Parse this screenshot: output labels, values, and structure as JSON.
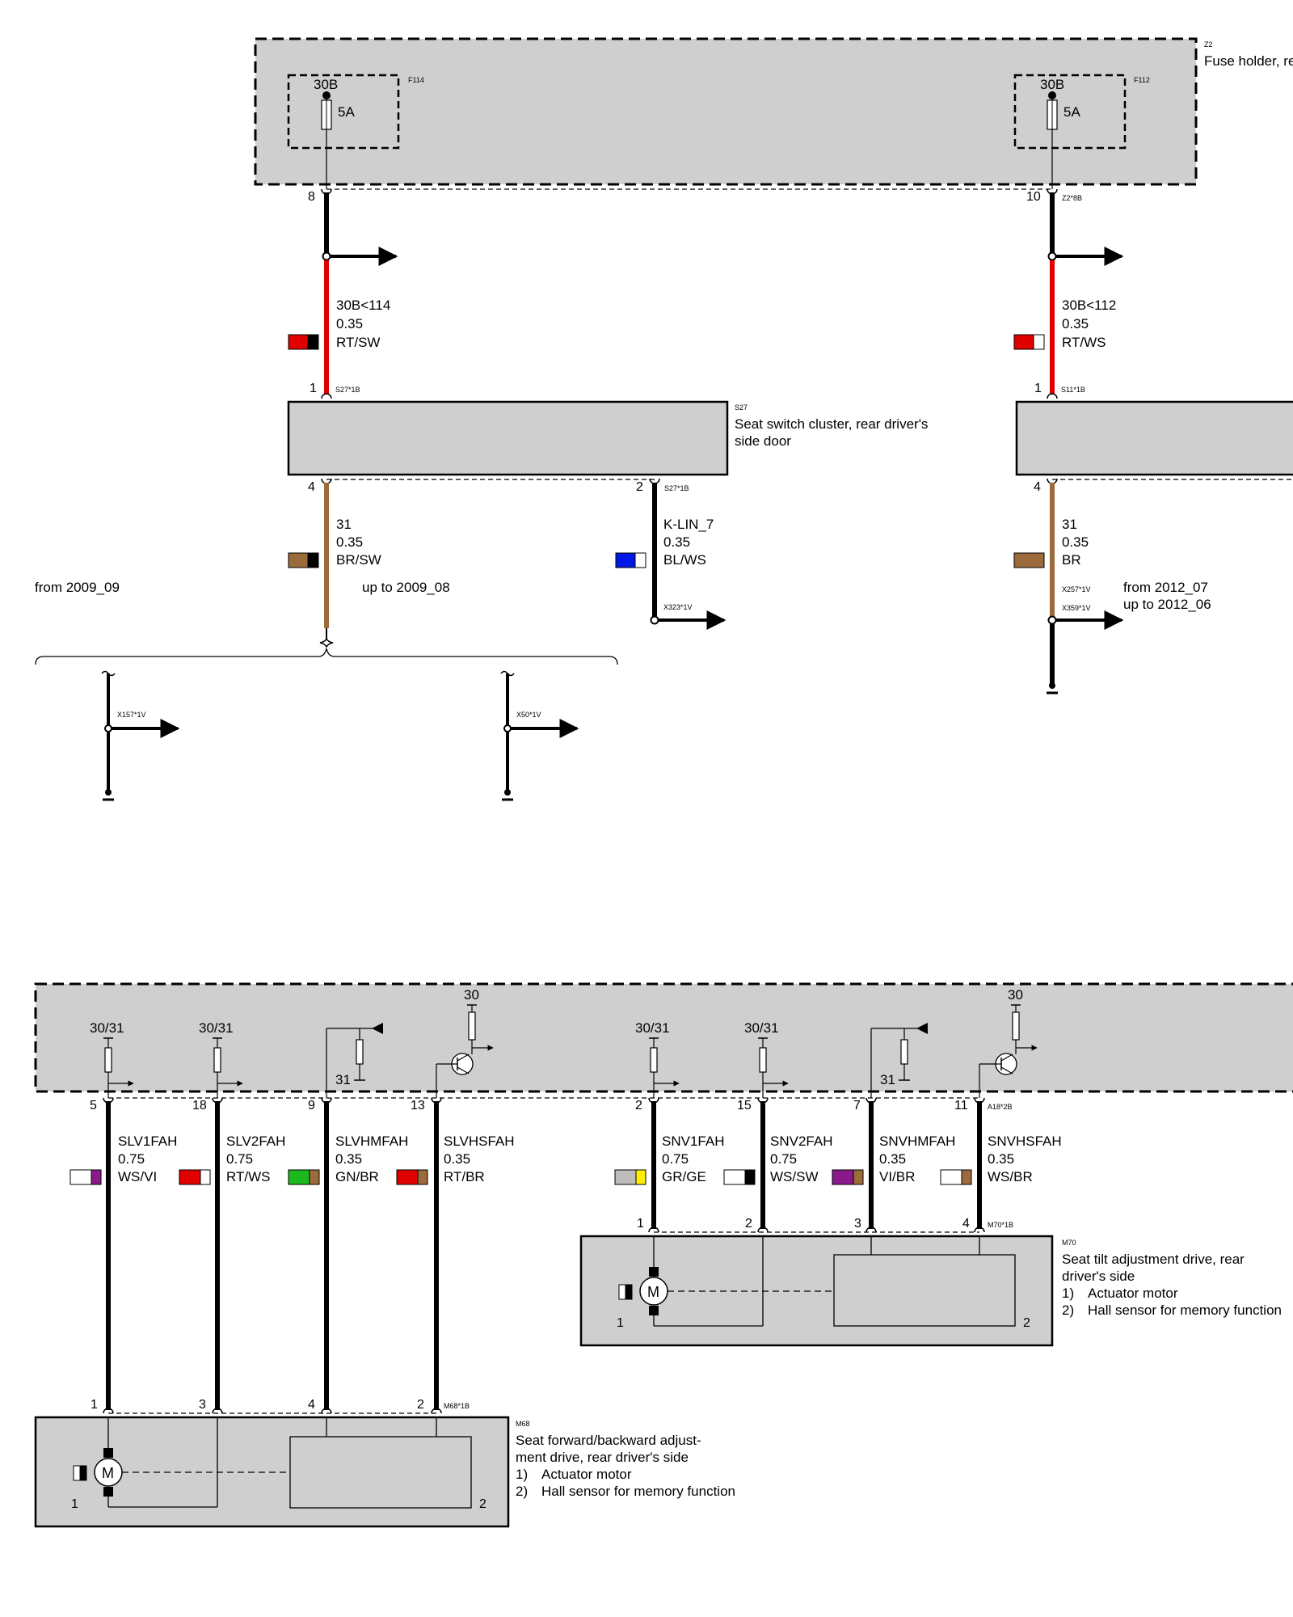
{
  "colors": {
    "box_fill": "#cfcfcf",
    "red": "#e10000",
    "brown": "#9b6b3c",
    "blue": "#0018e6",
    "green": "#1db81d",
    "violet": "#8a1a8a",
    "yellow": "#ffee00",
    "grey": "#bdbdbd",
    "black": "#000000"
  },
  "z2": {
    "id": "Z2",
    "desc": "Fuse holder, re"
  },
  "fuses": [
    {
      "id": "F114",
      "terminal": "30B",
      "rating": "5A",
      "pin": "8"
    },
    {
      "id": "F112",
      "terminal": "30B",
      "rating": "5A",
      "pin": "10",
      "connector": "Z2*8B"
    }
  ],
  "wires_top": {
    "left": {
      "name": "30B<114",
      "size": "0.35",
      "color": "RT/SW"
    },
    "right": {
      "name": "30B<112",
      "size": "0.35",
      "color": "RT/WS"
    }
  },
  "s27": {
    "id": "S27",
    "desc1": "Seat switch cluster, rear driver's",
    "desc2": "side door",
    "pin_top": "1",
    "conn_top": "S27*1B",
    "pin_gnd": "4",
    "pin_lin": "2",
    "conn_bottom": "S27*1B"
  },
  "s11": {
    "pin_top": "1",
    "conn_top": "S11*1B",
    "pin_gnd": "4"
  },
  "gnd_left": {
    "name": "31",
    "size": "0.35",
    "color": "BR/SW"
  },
  "lin": {
    "name": "K-LIN_7",
    "size": "0.35",
    "color": "BL/WS",
    "connector": "X323*1V"
  },
  "gnd_right": {
    "name": "31",
    "size": "0.35",
    "color": "BR",
    "conn_a": "X257*1V",
    "conn_b": "X359*1V",
    "from": "from 2012_07",
    "upto": "up to 2012_06"
  },
  "variants": {
    "from": "from 2009_09",
    "upto": "up to 2009_08",
    "conn_a": "X157*1V",
    "conn_b": "X50*1V"
  },
  "module": {
    "supply": "30",
    "hall_supply": "30/31",
    "ground": "31",
    "connector": "A18*2B"
  },
  "wires_bottom": [
    {
      "pin": "5",
      "name": "SLV1FAH",
      "size": "0.75",
      "color": "WS/VI"
    },
    {
      "pin": "18",
      "name": "SLV2FAH",
      "size": "0.75",
      "color": "RT/WS"
    },
    {
      "pin": "9",
      "name": "SLVHMFAH",
      "size": "0.35",
      "color": "GN/BR"
    },
    {
      "pin": "13",
      "name": "SLVHSFAH",
      "size": "0.35",
      "color": "RT/BR"
    },
    {
      "pin": "2",
      "name": "SNV1FAH",
      "size": "0.75",
      "color": "GR/GE"
    },
    {
      "pin": "15",
      "name": "SNV2FAH",
      "size": "0.75",
      "color": "WS/SW"
    },
    {
      "pin": "7",
      "name": "SNVHMFAH",
      "size": "0.35",
      "color": "VI/BR"
    },
    {
      "pin": "11",
      "name": "SNVHSFAH",
      "size": "0.35",
      "color": "WS/BR"
    }
  ],
  "m68": {
    "id": "M68",
    "connector": "M68*1B",
    "pins": [
      "1",
      "3",
      "4",
      "2"
    ],
    "desc": [
      "Seat forward/backward adjust-",
      "ment drive, rear driver's side"
    ],
    "items": [
      {
        "num": "1)",
        "text": "Actuator motor"
      },
      {
        "num": "2)",
        "text": "Hall sensor for memory function"
      }
    ],
    "motor_num": "1",
    "sensor_num": "2"
  },
  "m70": {
    "id": "M70",
    "connector": "M70*1B",
    "pins": [
      "1",
      "2",
      "3",
      "4"
    ],
    "desc": [
      "Seat tilt adjustment drive, rear",
      "driver's side"
    ],
    "items": [
      {
        "num": "1)",
        "text": "Actuator motor"
      },
      {
        "num": "2)",
        "text": "Hall sensor for memory function"
      }
    ],
    "motor_num": "1",
    "sensor_num": "2"
  }
}
